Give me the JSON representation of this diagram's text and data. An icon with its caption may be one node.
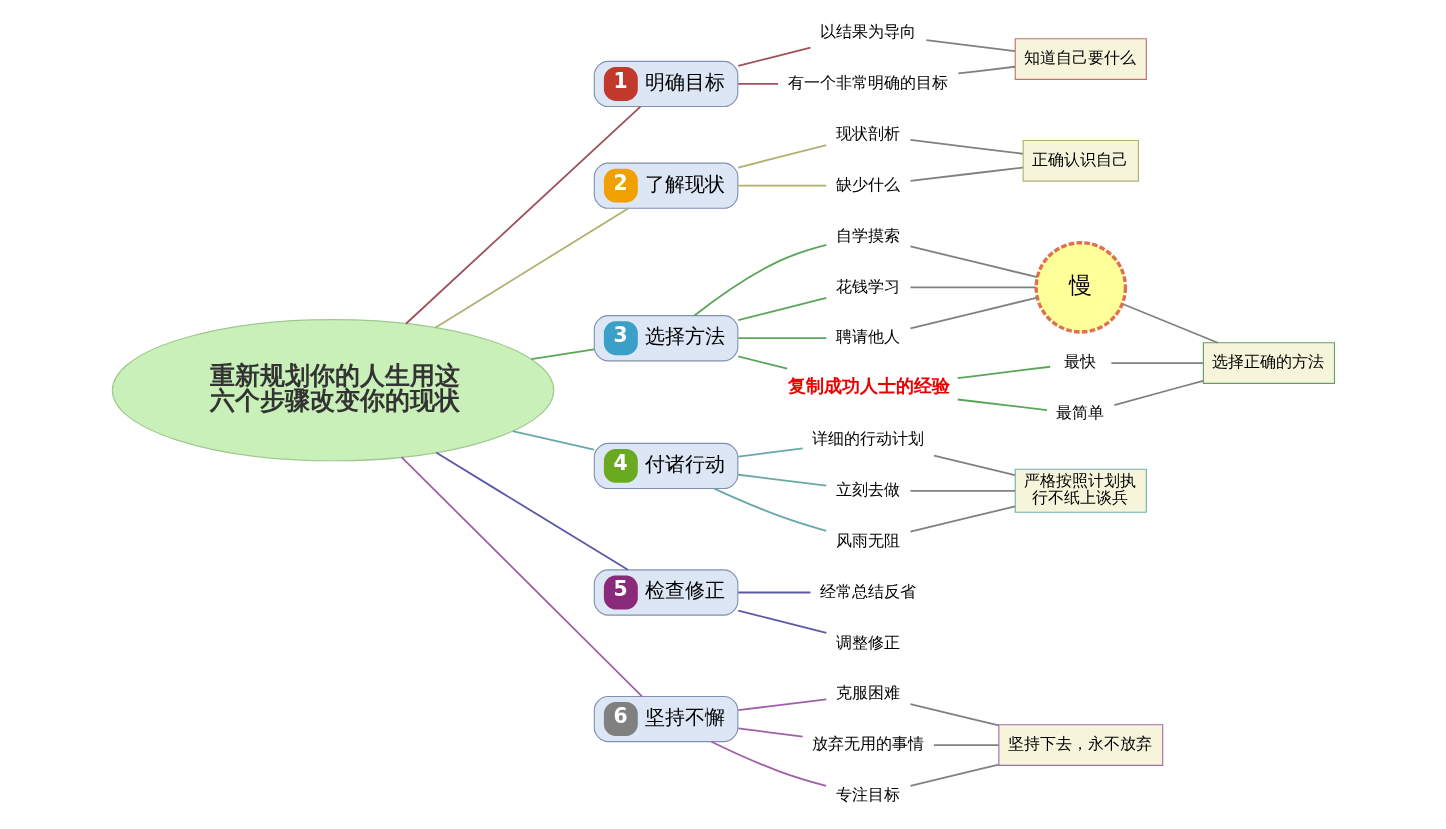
{
  "diagram": {
    "nodes": [
      {
        "text": [
          "重新规划你的人生用这六个步骤改变你的现状"
        ]
      },
      {
        "text": [
          "1",
          "明确目标"
        ]
      },
      {
        "text": [
          "以结果为导向"
        ]
      },
      {
        "text": [
          "有一个非常明确的目标"
        ]
      },
      {
        "text": [
          "知道自己要什么"
        ]
      },
      {
        "text": [
          "2",
          "了解现状"
        ]
      },
      {
        "text": [
          "现状剖析"
        ]
      },
      {
        "text": [
          "缺少什么"
        ]
      },
      {
        "text": [
          "正确认识自己"
        ]
      },
      {
        "text": [
          "3",
          "选择方法"
        ]
      },
      {
        "text": [
          "自学摸索"
        ]
      },
      {
        "text": [
          "花钱学习"
        ]
      },
      {
        "text": [
          "聘请他人"
        ]
      },
      {
        "text": [
          "慢"
        ]
      },
      {
        "text": [
          "复制成功人士的经验"
        ]
      },
      {
        "text": [
          "最快"
        ]
      },
      {
        "text": [
          "最简单"
        ]
      },
      {
        "text": [
          "选择正确的方法"
        ]
      },
      {
        "text": [
          "4",
          "付诸行动"
        ]
      },
      {
        "text": [
          "详细的行动计划"
        ]
      },
      {
        "text": [
          "立刻去做"
        ]
      },
      {
        "text": [
          "风雨无阻"
        ]
      },
      {
        "text": [
          "严格按照计划执行不纸上谈兵"
        ]
      },
      {
        "text": [
          "5",
          "检查修正"
        ]
      },
      {
        "text": [
          "经常总结反省"
        ]
      },
      {
        "text": [
          "调整修正"
        ]
      },
      {
        "text": [
          "6",
          "坚持不懈"
        ]
      },
      {
        "text": [
          "克服困难"
        ]
      },
      {
        "text": [
          "放弃无用的事情"
        ]
      },
      {
        "text": [
          "专注目标"
        ]
      },
      {
        "text": [
          "坚持下去，永不放弃"
        ]
      }
    ],
    "edges": [
      {
        "from": 0,
        "to": 1,
        "arrow": "none",
        "color": "#a0505a"
      },
      {
        "from": 1,
        "to": 2,
        "arrow": "none",
        "color": "#a0505a"
      },
      {
        "from": 1,
        "to": 3,
        "arrow": "none",
        "color": "#a0505a"
      },
      {
        "from": 2,
        "to": 4,
        "arrow": "none",
        "color": "#808080"
      },
      {
        "from": 3,
        "to": 4,
        "arrow": "none",
        "color": "#808080"
      },
      {
        "from": 0,
        "to": 5,
        "arrow": "none",
        "color": "#b0b070"
      },
      {
        "from": 5,
        "to": 6,
        "arrow": "none",
        "color": "#b0b070"
      },
      {
        "from": 5,
        "to": 7,
        "arrow": "none",
        "color": "#b0b070"
      },
      {
        "from": 6,
        "to": 8,
        "arrow": "none",
        "color": "#808080"
      },
      {
        "from": 7,
        "to": 8,
        "arrow": "none",
        "color": "#808080"
      },
      {
        "from": 0,
        "to": 9,
        "arrow": "none",
        "color": "#5aa55a"
      },
      {
        "from": 9,
        "to": 10,
        "arrow": "none",
        "color": "#5aa55a"
      },
      {
        "from": 9,
        "to": 11,
        "arrow": "none",
        "color": "#5aa55a"
      },
      {
        "from": 9,
        "to": 12,
        "arrow": "none",
        "color": "#5aa55a"
      },
      {
        "from": 10,
        "to": 13,
        "arrow": "none",
        "color": "#808080"
      },
      {
        "from": 11,
        "to": 13,
        "arrow": "none",
        "color": "#808080"
      },
      {
        "from": 12,
        "to": 13,
        "arrow": "none",
        "color": "#808080"
      },
      {
        "from": 9,
        "to": 14,
        "arrow": "none",
        "color": "#5aa55a"
      },
      {
        "from": 14,
        "to": 15,
        "arrow": "none",
        "color": "#5aa55a"
      },
      {
        "from": 14,
        "to": 16,
        "arrow": "none",
        "color": "#5aa55a"
      },
      {
        "from": 13,
        "to": 17,
        "arrow": "none",
        "color": "#808080"
      },
      {
        "from": 15,
        "to": 17,
        "arrow": "none",
        "color": "#808080"
      },
      {
        "from": 16,
        "to": 17,
        "arrow": "none",
        "color": "#808080"
      },
      {
        "from": 0,
        "to": 18,
        "arrow": "none",
        "color": "#6aa8a8"
      },
      {
        "from": 18,
        "to": 19,
        "arrow": "none",
        "color": "#6aa8a8"
      },
      {
        "from": 18,
        "to": 20,
        "arrow": "none",
        "color": "#6aa8a8"
      },
      {
        "from": 18,
        "to": 21,
        "arrow": "none",
        "color": "#6aa8a8"
      },
      {
        "from": 19,
        "to": 22,
        "arrow": "none",
        "color": "#808080"
      },
      {
        "from": 20,
        "to": 22,
        "arrow": "none",
        "color": "#808080"
      },
      {
        "from": 21,
        "to": 22,
        "arrow": "none",
        "color": "#808080"
      },
      {
        "from": 0,
        "to": 23,
        "arrow": "none",
        "color": "#5a5aa5"
      },
      {
        "from": 23,
        "to": 24,
        "arrow": "none",
        "color": "#5a5aa5"
      },
      {
        "from": 23,
        "to": 25,
        "arrow": "none",
        "color": "#5a5aa5"
      },
      {
        "from": 0,
        "to": 26,
        "arrow": "none",
        "color": "#a060a8"
      },
      {
        "from": 26,
        "to": 27,
        "arrow": "none",
        "color": "#a060a8"
      },
      {
        "from": 26,
        "to": 28,
        "arrow": "none",
        "color": "#a060a8"
      },
      {
        "from": 26,
        "to": 29,
        "arrow": "none",
        "color": "#a060a8"
      },
      {
        "from": 27,
        "to": 30,
        "arrow": "none",
        "color": "#808080"
      },
      {
        "from": 28,
        "to": 30,
        "arrow": "none",
        "color": "#808080"
      },
      {
        "from": 29,
        "to": 30,
        "arrow": "none",
        "color": "#808080"
      }
    ]
  }
}
